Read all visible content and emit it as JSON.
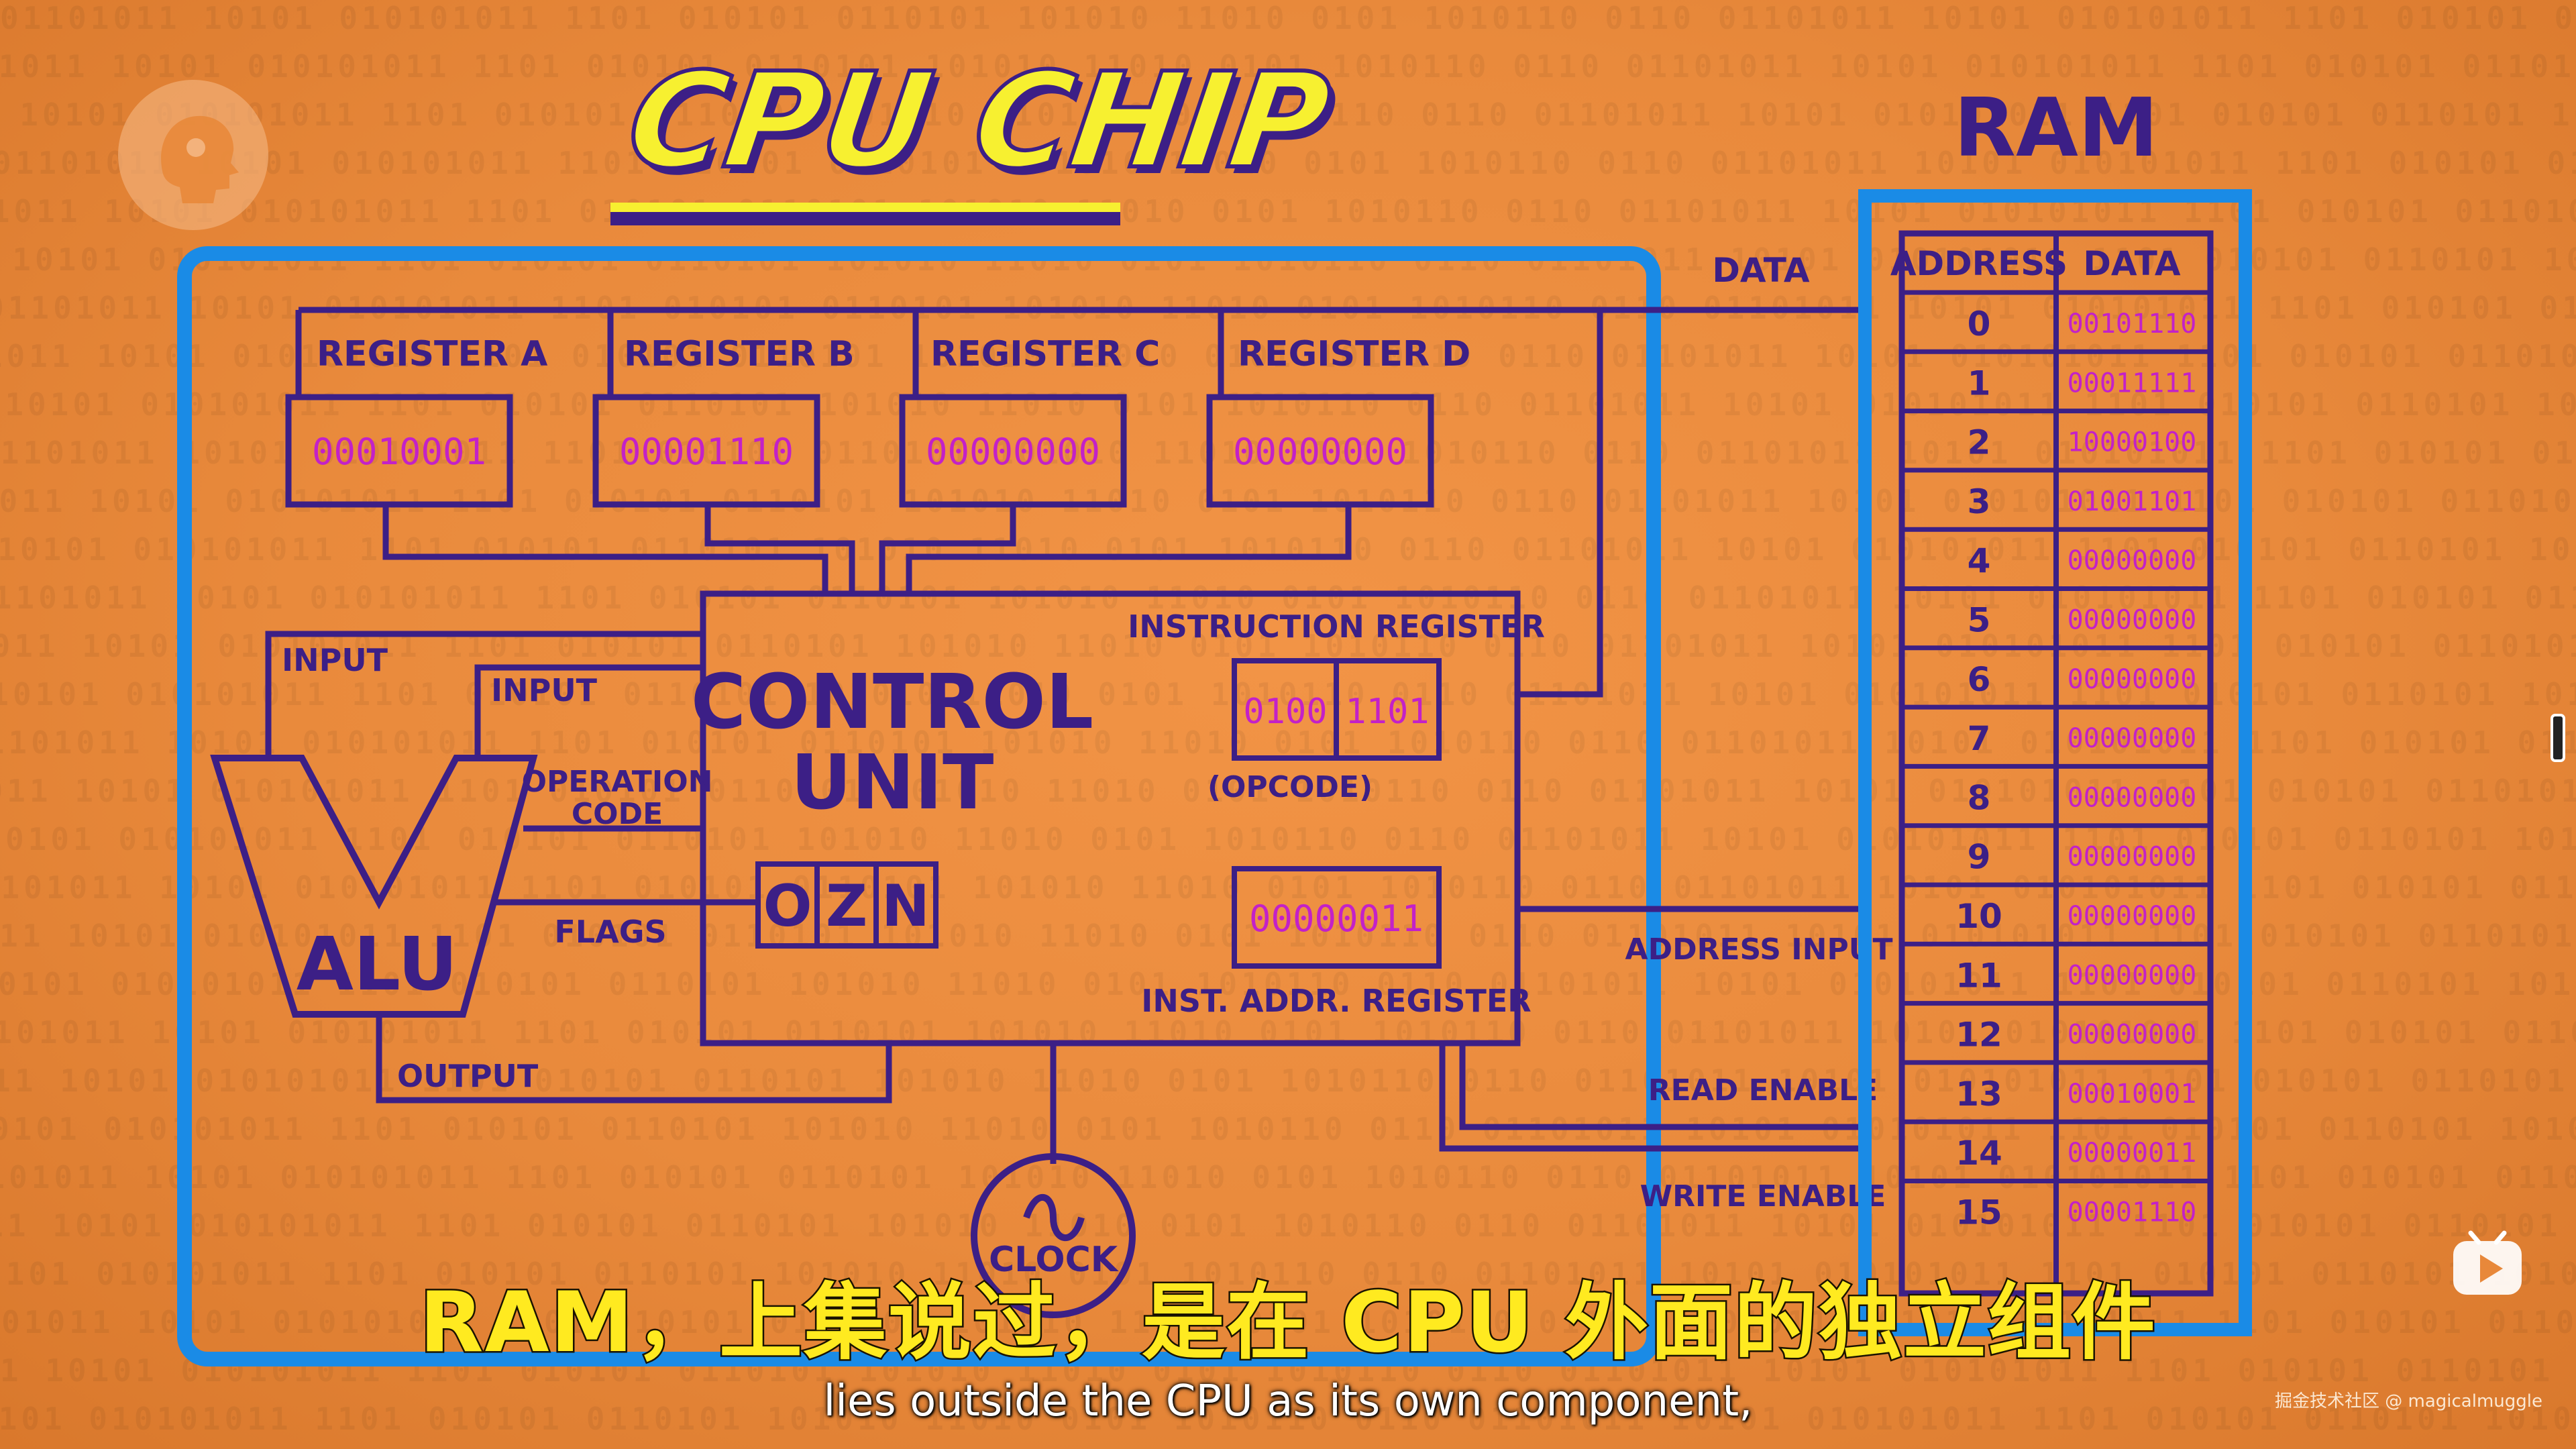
{
  "title": "CPU CHIP",
  "ram": {
    "title": "RAM",
    "header_address": "ADDRESS",
    "header_data": "DATA",
    "rows": [
      {
        "address": "0",
        "data": "00101110"
      },
      {
        "address": "1",
        "data": "00011111"
      },
      {
        "address": "2",
        "data": "10000100"
      },
      {
        "address": "3",
        "data": "01001101"
      },
      {
        "address": "4",
        "data": "00000000"
      },
      {
        "address": "5",
        "data": "00000000"
      },
      {
        "address": "6",
        "data": "00000000"
      },
      {
        "address": "7",
        "data": "00000000"
      },
      {
        "address": "8",
        "data": "00000000"
      },
      {
        "address": "9",
        "data": "00000000"
      },
      {
        "address": "10",
        "data": "00000000"
      },
      {
        "address": "11",
        "data": "00000000"
      },
      {
        "address": "12",
        "data": "00000000"
      },
      {
        "address": "13",
        "data": "00010001"
      },
      {
        "address": "14",
        "data": "00000011"
      },
      {
        "address": "15",
        "data": "00001110"
      }
    ]
  },
  "registers": [
    {
      "name": "REGISTER A",
      "value": "00010001"
    },
    {
      "name": "REGISTER B",
      "value": "00001110"
    },
    {
      "name": "REGISTER C",
      "value": "00000000"
    },
    {
      "name": "REGISTER D",
      "value": "00000000"
    }
  ],
  "control_unit": {
    "line1": "CONTROL",
    "line2": "UNIT"
  },
  "instruction_register": {
    "label": "INSTRUCTION REGISTER",
    "opcode": "0100",
    "operand": "1101",
    "opcode_label": "(OPCODE)"
  },
  "inst_addr_register": {
    "label": "INST. ADDR. REGISTER",
    "value": "00000011"
  },
  "flags": {
    "o": "O",
    "z": "Z",
    "n": "N",
    "label": "FLAGS"
  },
  "alu": {
    "label": "ALU",
    "input1": "INPUT",
    "input2": "INPUT",
    "opcode_line1": "OPERATION",
    "opcode_line2": "CODE",
    "output": "OUTPUT"
  },
  "clock": {
    "label": "CLOCK"
  },
  "bus_labels": {
    "data": "DATA",
    "address_input": "ADDRESS INPUT",
    "read_enable": "READ ENABLE",
    "write_enable": "WRITE ENABLE"
  },
  "subtitle_zh": "RAM，上集说过，是在 CPU 外面的独立组件",
  "subtitle_en": "lies outside the CPU as its own component,",
  "watermark": "掘金技术社区 @ magicalmuggle",
  "colors": {
    "background": "#e8883a",
    "ink": "#3c1f86",
    "chip_border": "#1a8be6",
    "binary": "#c321c8",
    "title_yellow": "#f7f030",
    "subtitle_yellow": "#ffea20"
  },
  "icons": [
    "pbs-logo-icon",
    "clock-wave-icon",
    "bilibili-play-icon"
  ]
}
